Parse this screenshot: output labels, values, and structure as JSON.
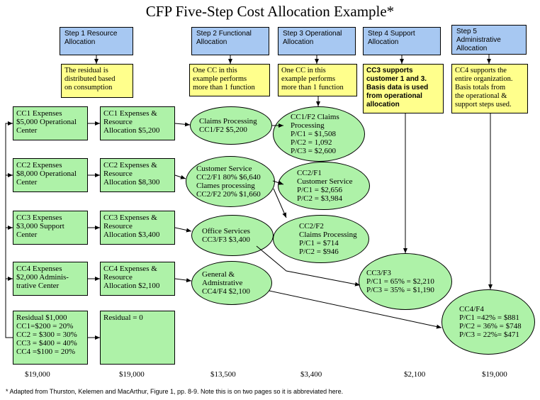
{
  "title": "CFP Five-Step Cost Allocation Example*",
  "steps": [
    {
      "label": "Step 1 Resource\nAllocation"
    },
    {
      "label": "Step 2 Functional\nAllocation"
    },
    {
      "label": "Step 3 Operational\nAllocation"
    },
    {
      "label": "Step 4 Support\nAllocation"
    },
    {
      "label": "Step 5\nAdministrative\nAllocation"
    }
  ],
  "notes": [
    {
      "text": "The residual is\ndistributed based\non consumption"
    },
    {
      "text": "One CC in this\nexample performs\nmore than 1 function"
    },
    {
      "text": "One CC in this\nexample performs\nmore than 1 function"
    },
    {
      "text": "CC3 supports\ncustomer 1 and 3.\nBasis data is used\nfrom operational\nallocation"
    },
    {
      "text": "CC4 supports the\nentire organization.\nBasis totals from\nthe operational &\nsupport steps used."
    }
  ],
  "col1": [
    {
      "text": "CC1 Expenses\n$5,000 Operational\nCenter"
    },
    {
      "text": "CC2 Expenses\n$8,000 Operational\nCenter"
    },
    {
      "text": "CC3 Expenses\n$3,000 Support\nCenter"
    },
    {
      "text": "CC4 Expenses\n$2,000 Adminis-\ntrative Center"
    },
    {
      "text": "Residual $1,000\nCC1=$200 = 20%\nCC2 = $300 = 30%\nCC3 = $400 = 40%\nCC4 =$100 = 20%"
    }
  ],
  "col2": [
    {
      "text": "CC1 Expenses &\nResource\nAllocation $5,200"
    },
    {
      "text": "CC2 Expenses &\nResource\nAllocation $8,300"
    },
    {
      "text": "CC3 Expenses &\nResource\nAllocation $3,400"
    },
    {
      "text": "CC4 Expenses &\nResource\nAllocation $2,100"
    },
    {
      "text": "Residual = 0"
    }
  ],
  "functional": [
    {
      "text": "Claims Processing\nCC1/F2 $5,200"
    },
    {
      "text": "Customer Service\nCC2/F1 80% $6,640\nClames processing\nCC2/F2 20% $1,660"
    },
    {
      "text": "Office Services\nCC3/F3 $3,400"
    },
    {
      "text": "General &\nAdmistrative\nCC4/F4 $2,100"
    }
  ],
  "operational": [
    {
      "text": "CC1/F2 Claims\nProcessing\nP/C1 = $1,508\nP/C2 = 1,092\nP/C3 = $2,600"
    },
    {
      "text": "CC2/F1\nCustomer Service\nP/C1 = $2,656\nP/C2 = $3,984"
    },
    {
      "text": "CC2/F2\nClaims Processing\nP/C1 = $714\nP/C2 = $946"
    }
  ],
  "support": {
    "text": "CC3/F3\nP/C1 = 65% = $2,210\nP/C3 = 35% = $1,190"
  },
  "admin": {
    "text": "CC4/F4\nP/C1 =42% = $881\nP/C2 = 36% = $748\nP/C3 = 22%= $471"
  },
  "totals": [
    "$19,000",
    "$19,000",
    "$13,500",
    "$3,400",
    "$2,100",
    "$19,000"
  ],
  "footnote": "* Adapted from Thurston, Kelemen and MacArthur, Figure 1, pp. 8-9. Note this is on two pages so it is abbreviated here."
}
